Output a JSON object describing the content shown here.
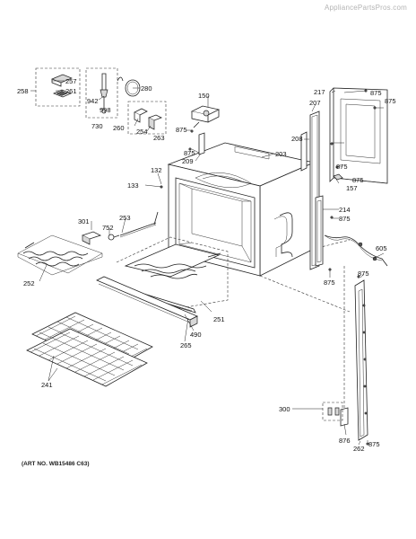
{
  "watermark": "AppliancePartsPros.com",
  "art_number": "(ART NO. WB15486 C63)",
  "labels": {
    "p258": "258",
    "p257": "257",
    "p261": "261",
    "p942": "942",
    "p998": "998",
    "p730": "730",
    "p280": "280",
    "p150": "150",
    "p260": "260",
    "p254": "254",
    "p263": "263",
    "p875a": "875",
    "p875b": "875",
    "p209": "209",
    "p203": "203",
    "p208": "208",
    "p207": "207",
    "p217": "217",
    "p875c": "875",
    "p875d": "875",
    "p875e": "875",
    "p875f": "875",
    "p157": "157",
    "p132": "132",
    "p133": "133",
    "p214": "214",
    "p875g": "875",
    "p301": "301",
    "p752": "752",
    "p253": "253",
    "p605": "605",
    "p875h": "875",
    "p875i": "875",
    "p252": "252",
    "p251": "251",
    "p490": "490",
    "p265": "265",
    "p241": "241",
    "p300": "300",
    "p876": "876",
    "p262": "262",
    "p875j": "875"
  }
}
